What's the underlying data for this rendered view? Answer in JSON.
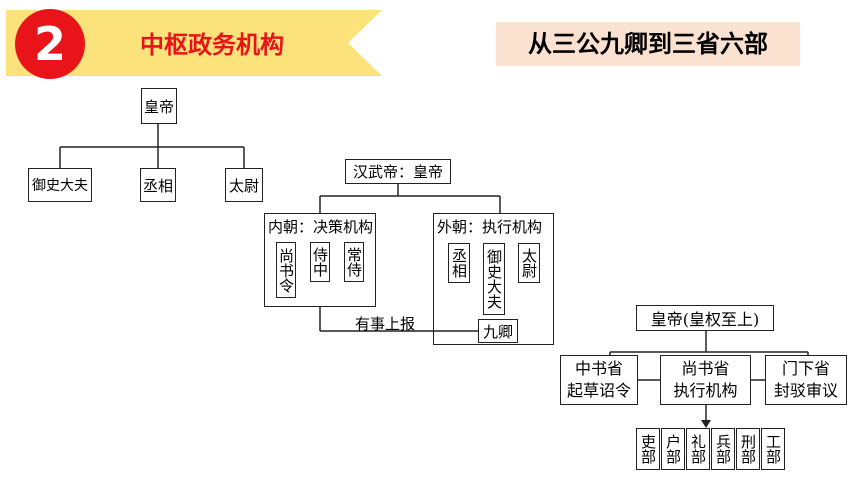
{
  "header": {
    "number": "2",
    "title": "中枢政务机构",
    "subtitle": "从三公九卿到三省六部"
  },
  "qin": {
    "emperor": "皇帝",
    "officials": [
      "御史大夫",
      "丞相",
      "太尉"
    ]
  },
  "han": {
    "emperor": "汉武帝：皇帝",
    "inner_court": {
      "label": "内朝：决策机构",
      "members": [
        "尚书令",
        "侍中",
        "常侍"
      ]
    },
    "outer_court": {
      "label": "外朝：执行机构",
      "members": [
        "丞相",
        "御史大夫",
        "太尉"
      ],
      "nine_ministers": "九卿"
    },
    "report_label": "有事上报"
  },
  "tang": {
    "emperor": "皇帝(皇权至上)",
    "provinces": [
      {
        "name": "中书省",
        "role": "起草诏令"
      },
      {
        "name": "尚书省",
        "role": "执行机构"
      },
      {
        "name": "门下省",
        "role": "封驳审议"
      }
    ],
    "ministries": [
      "吏部",
      "户部",
      "礼部",
      "兵部",
      "刑部",
      "工部"
    ]
  },
  "colors": {
    "banner": "#fbe27a",
    "number_circle": "#e8141a",
    "title_text": "#e8141a",
    "subtitle_bg": "#fbe1d0"
  }
}
